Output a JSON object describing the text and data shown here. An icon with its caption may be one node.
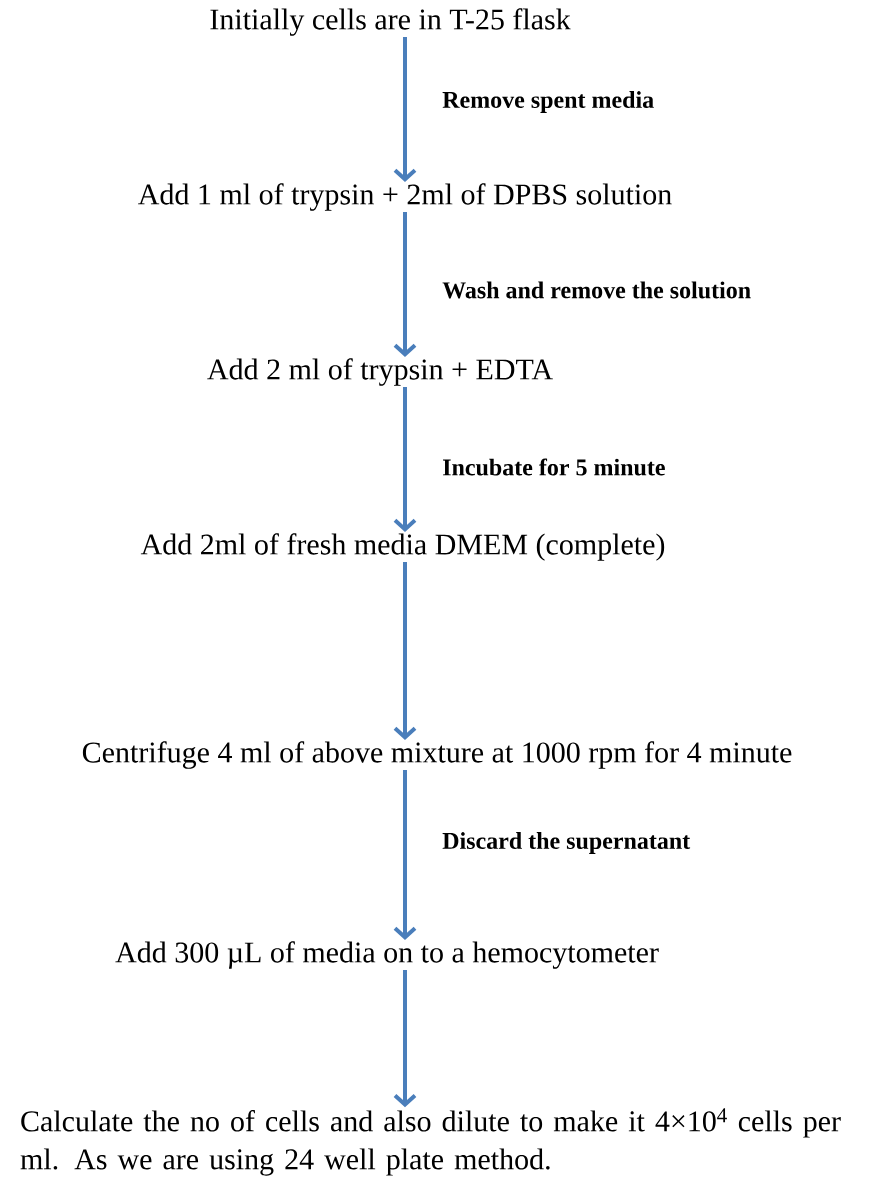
{
  "diagram": {
    "nodes": [
      {
        "text": [
          "Initially cells are in T-25 flask"
        ]
      },
      {
        "text": [
          "Add 1 ml of trypsin + 2ml of DPBS solution"
        ]
      },
      {
        "text": [
          "Add 2 ml of trypsin + EDTA"
        ]
      },
      {
        "text": [
          "Add 2ml of fresh media DMEM (complete)"
        ]
      },
      {
        "text": [
          "Centrifuge 4 ml of above mixture at 1000 rpm for 4 minute"
        ]
      },
      {
        "text": [
          "Add 300 µL of media on to a hemocytometer"
        ]
      },
      {
        "text": [
          "Calculate the no of cells and also dilute to make it 4×10$^{4}$ cells per ml. As we are using 24 well plate method."
        ]
      }
    ],
    "edges": [
      {
        "from": 0,
        "to": 1,
        "arrow": "to",
        "label": "Remove spent media"
      },
      {
        "from": 1,
        "to": 2,
        "arrow": "to",
        "label": "Wash and remove the solution"
      },
      {
        "from": 2,
        "to": 3,
        "arrow": "to",
        "label": "Incubate for 5 minute"
      },
      {
        "from": 3,
        "to": 4,
        "arrow": "to"
      },
      {
        "from": 4,
        "to": 5,
        "arrow": "to",
        "label": "Discard the supernatant"
      },
      {
        "from": 5,
        "to": 6,
        "arrow": "to"
      }
    ]
  }
}
